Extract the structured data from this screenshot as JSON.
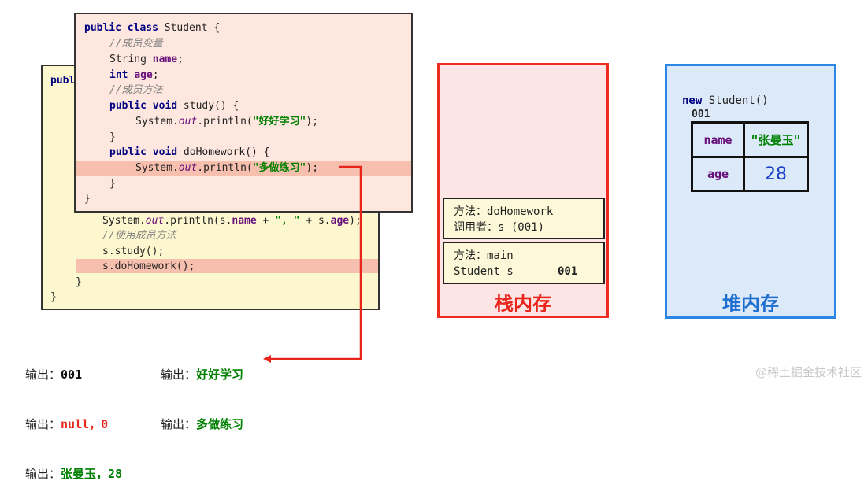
{
  "back_code": {
    "l0": "publ",
    "l1": "System.",
    "l1b": "out",
    "l1c": ".println(s.",
    "l1d": "name",
    "l1e": " + ",
    "l1f": "\", \"",
    "l1g": " + s.",
    "l1h": "age",
    "l1i": ");",
    "l2": "//使用成员方法",
    "l3": "s.study();",
    "l4": "s.doHomework();",
    "l5": "}",
    "l6": "}"
  },
  "front_code": {
    "c0a": "public class",
    "c0b": " Student {",
    "c1": "//成员变量",
    "c2a": "String ",
    "c2b": "name",
    "c2c": ";",
    "c3a": "int ",
    "c3b": "age",
    "c3c": ";",
    "c4": "//成员方法",
    "c5a": "public void",
    "c5b": " study() {",
    "c6a": "System.",
    "c6b": "out",
    "c6c": ".println(",
    "c6d": "\"好好学习\"",
    "c6e": ");",
    "c7": "}",
    "c8a": "public void",
    "c8b": " doHomework() {",
    "c9a": "System.",
    "c9b": "out",
    "c9c": ".println(",
    "c9d": "\"多做练习\"",
    "c9e": ");",
    "c10": "}",
    "c11": "}"
  },
  "stack": {
    "label": "栈内存",
    "frame_top": {
      "line1": "方法：doHomework",
      "line2": "调用者：s (001)"
    },
    "frame_main": {
      "line1": "方法：main",
      "line2": "Student s",
      "addr": "001"
    }
  },
  "heap": {
    "label": "堆内存",
    "new_kw": "new",
    "new_rest": " Student()",
    "addr": "001",
    "rows": [
      {
        "field": "name",
        "value": "\"张曼玉\""
      },
      {
        "field": "age",
        "value": "28"
      }
    ]
  },
  "output": {
    "prefix": "输出：",
    "col1": [
      "001",
      "null，0",
      "张曼玉，28"
    ],
    "col2": [
      "好好学习",
      "多做练习"
    ]
  },
  "watermark": "@稀土掘金技术社区",
  "colors": {
    "stack_border": "#ee2b1f",
    "heap_border": "#2b86e6",
    "stack_label": "#e8251a",
    "heap_label": "#1e6fd0",
    "arrow": "#e8251a"
  }
}
